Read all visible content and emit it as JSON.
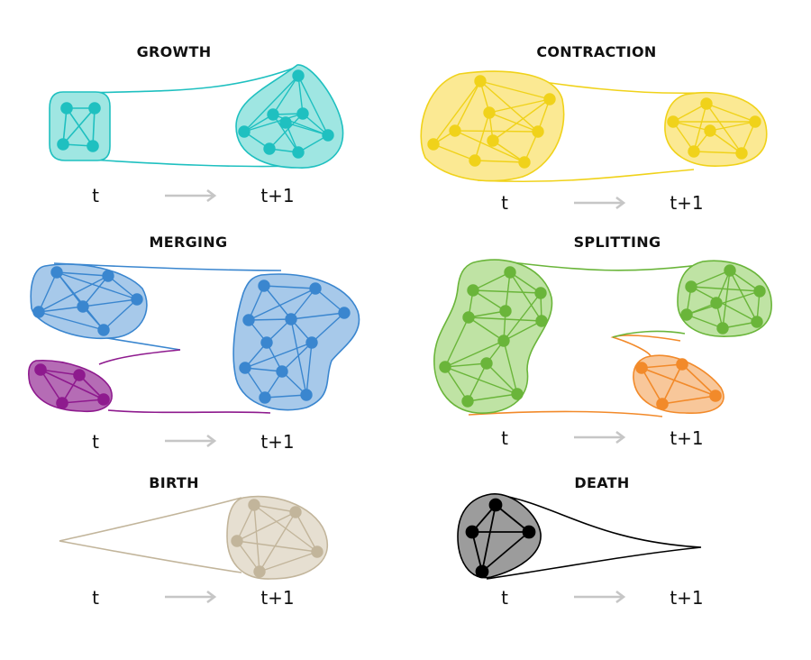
{
  "panels": [
    {
      "id": "growth",
      "title": "GROWTH",
      "t_label": "t",
      "t1_label": "t+1",
      "color": "#1fc0c0",
      "fill": "#9fe6e2"
    },
    {
      "id": "contraction",
      "title": "CONTRACTION",
      "t_label": "t",
      "t1_label": "t+1",
      "color": "#f0d21a",
      "fill": "#fbe993"
    },
    {
      "id": "merging",
      "title": "MERGING",
      "t_label": "t",
      "t1_label": "t+1",
      "color": "#3a86cf",
      "fill": "#a7c9ea",
      "color2": "#8e1a8e",
      "fill2": "#b56cb5"
    },
    {
      "id": "splitting",
      "title": "SPLITTING",
      "t_label": "t",
      "t1_label": "t+1",
      "color": "#6ab53a",
      "fill": "#bfe3a4",
      "color2": "#f28a2a",
      "fill2": "#f8c79a"
    },
    {
      "id": "birth",
      "title": "BIRTH",
      "t_label": "t",
      "t1_label": "t+1",
      "color": "#c2b59b",
      "fill": "#e6dfd1"
    },
    {
      "id": "death",
      "title": "DEATH",
      "t_label": "t",
      "t1_label": "t+1",
      "color": "#000000",
      "fill": "#9c9c9c"
    }
  ]
}
